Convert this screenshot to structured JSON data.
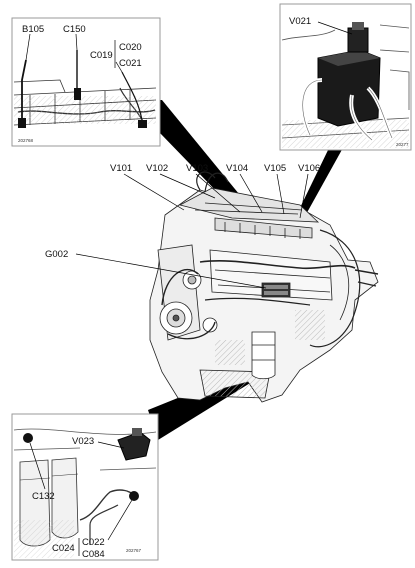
{
  "inset_top_left": {
    "labels": {
      "b105": "B105",
      "c150": "C150",
      "c019": "C019",
      "c020": "C020",
      "c021": "C021"
    },
    "ref": "202768"
  },
  "inset_top_right": {
    "labels": {
      "v021": "V021"
    },
    "ref": "20277"
  },
  "main_engine": {
    "labels": {
      "v101": "V101",
      "v102": "V102",
      "v103": "V103",
      "v104": "V104",
      "v105": "V105",
      "v106": "V106",
      "g002": "G002"
    }
  },
  "inset_bottom_left": {
    "labels": {
      "v023": "V023",
      "c132": "C132",
      "c024": "C024",
      "c022": "C022",
      "c084": "C084"
    },
    "ref": "202767"
  }
}
